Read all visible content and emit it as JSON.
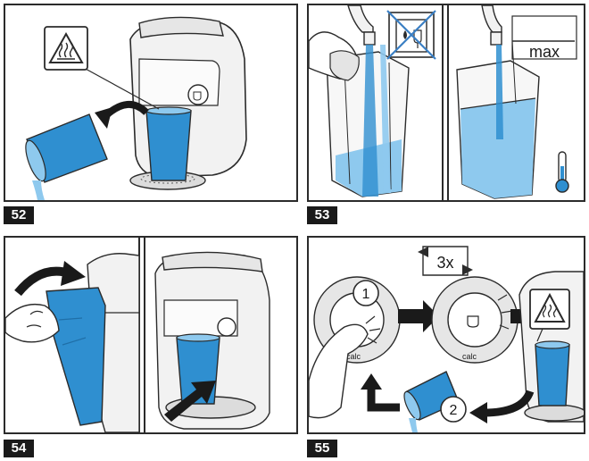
{
  "steps": [
    {
      "number": "52"
    },
    {
      "number": "53"
    },
    {
      "number": "54"
    },
    {
      "number": "55"
    }
  ],
  "labels": {
    "fill_mark": "max",
    "repeat_count": "3x",
    "callout_1": "1",
    "callout_2": "2",
    "button_text": "calc"
  },
  "icons": [
    "hot-surface-warning-icon",
    "no-dishwasher-icon",
    "cold-water-thermometer-icon",
    "curved-arrow-icon"
  ],
  "colors": {
    "water": "#2f8fd0",
    "water_light": "#8ec9ee",
    "outline": "#2b2b2b",
    "machine": "#f2f2f2",
    "cross": "#3a7fc4",
    "label_bg": "#1a1a1a"
  }
}
